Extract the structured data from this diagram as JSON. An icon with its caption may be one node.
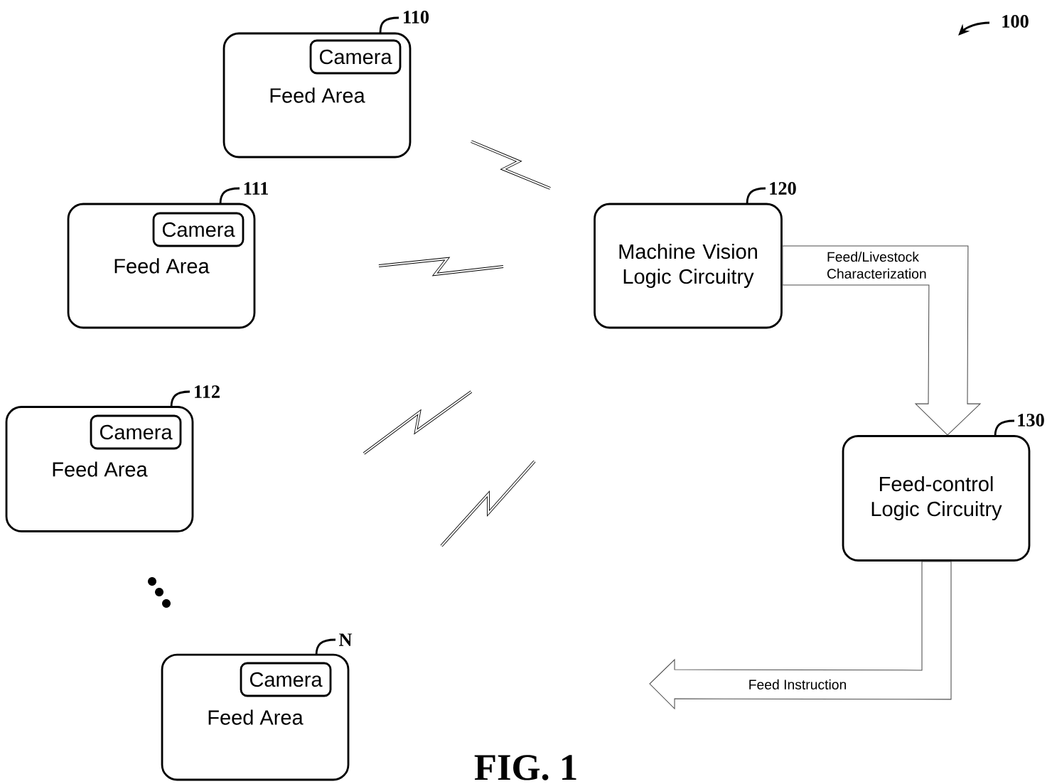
{
  "diagram": {
    "caption": "FIG. 1",
    "nodes": [
      {
        "text": [
          "Feed Area"
        ],
        "beside": [
          "110"
        ]
      },
      {
        "text": [
          "Camera"
        ],
        "in": 0
      },
      {
        "text": [
          "Feed Area"
        ],
        "beside": [
          "111"
        ]
      },
      {
        "text": [
          "Camera"
        ],
        "in": 2
      },
      {
        "text": [
          "Feed Area"
        ],
        "beside": [
          "112"
        ]
      },
      {
        "text": [
          "Camera"
        ],
        "in": 4
      },
      {
        "text": [
          "Feed Area"
        ],
        "beside": [
          "N"
        ]
      },
      {
        "text": [
          "Camera"
        ],
        "in": 6
      },
      {
        "text": [
          "Machine Vision Logic Circuitry"
        ],
        "beside": [
          "120"
        ]
      },
      {
        "text": [
          "Feed-control Logic Circuitry"
        ],
        "beside": [
          "130"
        ]
      }
    ],
    "edges": [
      {
        "from": 8,
        "to": 9,
        "arrow": "to",
        "label": "Feed/Livestock Characterization"
      },
      {
        "from": 9,
        "to": null,
        "arrow": "to",
        "label": "Feed Instruction"
      }
    ],
    "labels": [
      "100"
    ]
  }
}
